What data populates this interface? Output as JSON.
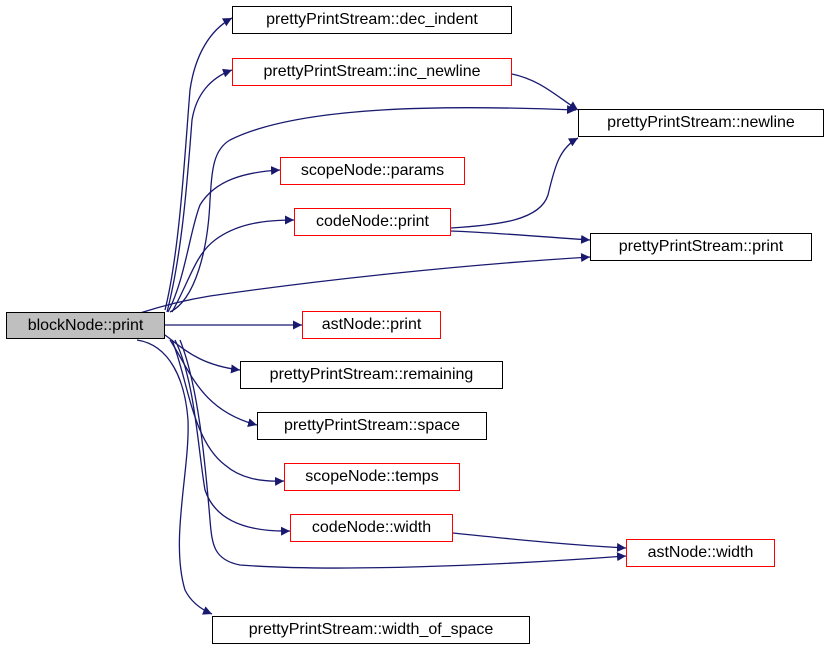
{
  "graph": {
    "edge_color": "#191970",
    "root": {
      "label": "blockNode::print",
      "fill": "#bfbfbf"
    },
    "nodes": {
      "dec_indent": {
        "label": "prettyPrintStream::dec_indent",
        "border": "black"
      },
      "inc_newline": {
        "label": "prettyPrintStream::inc_newline",
        "border": "red"
      },
      "newline": {
        "label": "prettyPrintStream::newline",
        "border": "black"
      },
      "params": {
        "label": "scopeNode::params",
        "border": "red"
      },
      "code_print": {
        "label": "codeNode::print",
        "border": "red"
      },
      "pps_print": {
        "label": "prettyPrintStream::print",
        "border": "black"
      },
      "ast_print": {
        "label": "astNode::print",
        "border": "red"
      },
      "remaining": {
        "label": "prettyPrintStream::remaining",
        "border": "black"
      },
      "space": {
        "label": "prettyPrintStream::space",
        "border": "black"
      },
      "temps": {
        "label": "scopeNode::temps",
        "border": "red"
      },
      "code_width": {
        "label": "codeNode::width",
        "border": "red"
      },
      "ast_width": {
        "label": "astNode::width",
        "border": "red"
      },
      "width_of_space": {
        "label": "prettyPrintStream::width_of_space",
        "border": "black"
      }
    }
  }
}
